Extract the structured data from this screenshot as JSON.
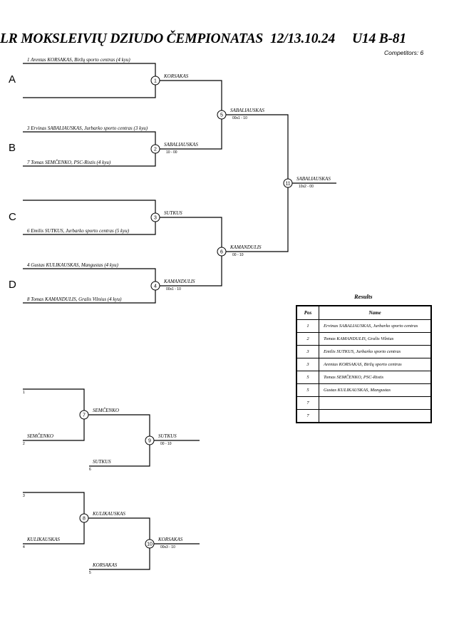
{
  "header": {
    "title": "LR MOKSLEIVIŲ DZIUDO ČEMPIONATAS",
    "date": "12/13.10.24",
    "category": "U14 B-81",
    "competitors": "Competitors: 6"
  },
  "pools": [
    "A",
    "B",
    "C",
    "D"
  ],
  "main_bracket": {
    "entries": [
      "1  Arentas KORSAKAS, Biržų sporto centras (4 kyu)",
      "",
      "3  Ervinas SABALIAUSKAS, Jurbarko sporto centras (3 kyu)",
      "7  Tomas SEMČENKO, PSC-Ristis (4 kyu)",
      "",
      "6  Emilis SUTKUS, Jurbarko sporto centras (5 kyu)",
      "4  Gustas KULIKAUSKAS, Mangustas (4 kyu)",
      "8  Tomas KAMANDULIS, Gralis Vilnius (4 kyu)"
    ],
    "matches": [
      {
        "no": "1",
        "winner": "KORSAKAS",
        "score": ""
      },
      {
        "no": "2",
        "winner": "SABALIAUSKAS",
        "score": "10 - 00"
      },
      {
        "no": "3",
        "winner": "SUTKUS",
        "score": ""
      },
      {
        "no": "4",
        "winner": "KAMANDULIS",
        "score": "00s1 - 10"
      },
      {
        "no": "5",
        "winner": "SABALIAUSKAS",
        "score": "00s1 - 10"
      },
      {
        "no": "6",
        "winner": "KAMANDULIS",
        "score": "00 - 10"
      },
      {
        "no": "11",
        "winner": "SABALIAUSKAS",
        "score": "10s2 - 00"
      }
    ]
  },
  "repechage": [
    {
      "left": [
        {
          "num": "1",
          "name": ""
        },
        {
          "num": "2",
          "name": "SEMČENKO"
        }
      ],
      "third": {
        "num": "6",
        "name": "SUTKUS"
      },
      "match_a": {
        "no": "7",
        "winner": "SEMČENKO"
      },
      "match_b": {
        "no": "9",
        "winner": "SUTKUS",
        "score": "00 - 10"
      }
    },
    {
      "left": [
        {
          "num": "3",
          "name": ""
        },
        {
          "num": "4",
          "name": "KULIKAUSKAS"
        }
      ],
      "third": {
        "num": "5",
        "name": "KORSAKAS"
      },
      "match_a": {
        "no": "8",
        "winner": "KULIKAUSKAS"
      },
      "match_b": {
        "no": "10",
        "winner": "KORSAKAS",
        "score": "00s3 - 10"
      }
    }
  ],
  "results": {
    "title": "Results",
    "headers": [
      "Pos",
      "Name"
    ],
    "rows": [
      {
        "pos": "1",
        "name": "Ervinas SABALIAUSKAS, Jurbarko sporto centras"
      },
      {
        "pos": "2",
        "name": "Tomas KAMANDULIS, Gralis Vilnius"
      },
      {
        "pos": "3",
        "name": "Emilis SUTKUS, Jurbarko sporto centras"
      },
      {
        "pos": "3",
        "name": "Arentas KORSAKAS, Biržų sporto centras"
      },
      {
        "pos": "5",
        "name": "Tomas SEMČENKO, PSC-Ristis"
      },
      {
        "pos": "5",
        "name": "Gustas KULIKAUSKAS, Mangustas"
      },
      {
        "pos": "7",
        "name": ""
      },
      {
        "pos": "7",
        "name": ""
      }
    ]
  }
}
